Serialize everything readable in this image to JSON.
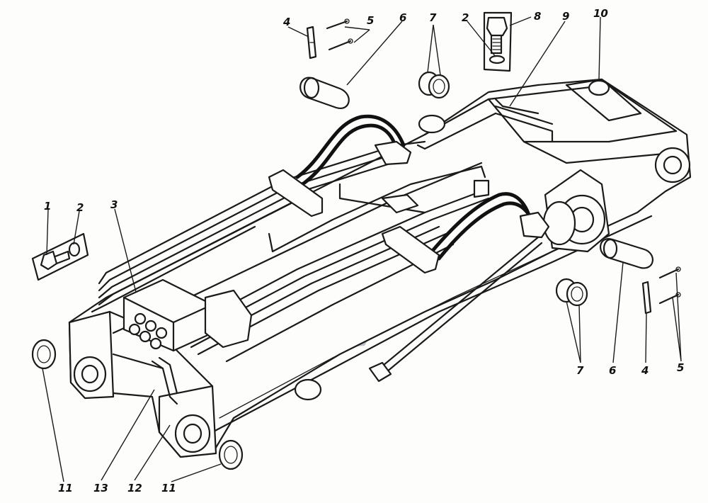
{
  "callouts": [
    {
      "id": "1a",
      "text": "1"
    },
    {
      "id": "2a",
      "text": "2"
    },
    {
      "id": "3",
      "text": "3"
    },
    {
      "id": "4a",
      "text": "4"
    },
    {
      "id": "5a",
      "text": "5"
    },
    {
      "id": "6a",
      "text": "6"
    },
    {
      "id": "7a",
      "text": "7"
    },
    {
      "id": "2b",
      "text": "2"
    },
    {
      "id": "8",
      "text": "8"
    },
    {
      "id": "9",
      "text": "9"
    },
    {
      "id": "10",
      "text": "10"
    },
    {
      "id": "7b",
      "text": "7"
    },
    {
      "id": "6b",
      "text": "6"
    },
    {
      "id": "4b",
      "text": "4"
    },
    {
      "id": "5b",
      "text": "5"
    },
    {
      "id": "11a",
      "text": "11"
    },
    {
      "id": "13",
      "text": "13"
    },
    {
      "id": "12",
      "text": "12"
    },
    {
      "id": "11b",
      "text": "11"
    }
  ],
  "colors": {
    "ink": "#1a1a1a",
    "watermark": "#8a8f99"
  }
}
